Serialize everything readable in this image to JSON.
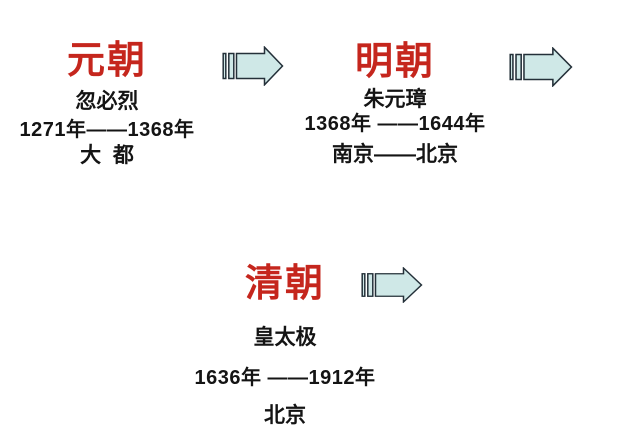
{
  "colors": {
    "title_red": "#c5261d",
    "text_black": "#141414",
    "arrow_fill": "#cfe8e7",
    "arrow_stroke": "#243039",
    "background": "#ffffff"
  },
  "sections": [
    {
      "id": "yuan",
      "title": "元朝",
      "founder": "忽必烈",
      "period": "1271年——1368年",
      "capital": "大  都"
    },
    {
      "id": "ming",
      "title": "明朝",
      "founder": "朱元璋",
      "period": "1368年 ——1644年",
      "capital": "南京——北京"
    },
    {
      "id": "qing",
      "title": "清朝",
      "founder": "皇太极",
      "period": "1636年 ——1912年",
      "capital": "北京"
    }
  ],
  "arrows": [
    {
      "name": "arrow-yuan-to-ming"
    },
    {
      "name": "arrow-ming-to-next"
    },
    {
      "name": "arrow-qing-to-next"
    }
  ]
}
